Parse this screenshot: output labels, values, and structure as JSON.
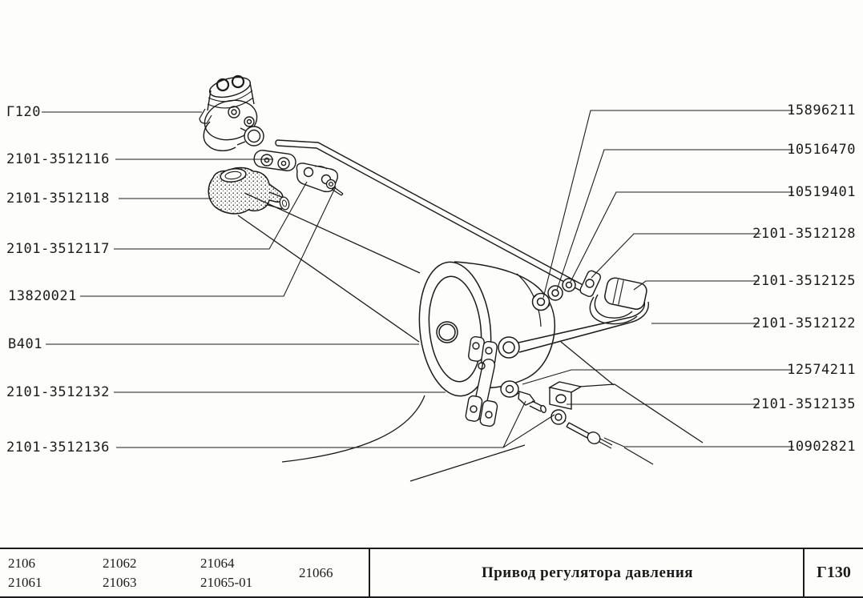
{
  "page": {
    "background": "#fdfdfb",
    "ink": "#1b1b1b"
  },
  "diagram": {
    "left_callouts": [
      {
        "label": "Г120"
      },
      {
        "label": "2101-3512116"
      },
      {
        "label": "2101-3512118"
      },
      {
        "label": "2101-3512117"
      },
      {
        "label": "13820021"
      },
      {
        "label": "В401"
      },
      {
        "label": "2101-3512132"
      },
      {
        "label": "2101-3512136"
      }
    ],
    "right_callouts": [
      {
        "label": "15896211"
      },
      {
        "label": "10516470"
      },
      {
        "label": "10519401"
      },
      {
        "label": "2101-3512128"
      },
      {
        "label": "2101-3512125"
      },
      {
        "label": "2101-3512122"
      },
      {
        "label": "12574211"
      },
      {
        "label": "2101-3512135"
      },
      {
        "label": "10902821"
      }
    ],
    "parts": [
      "pressure-regulator",
      "rubber-boot",
      "connector-block",
      "ear-bracket",
      "small-bolt",
      "torsion-rod",
      "axle-drum",
      "link-straps",
      "rod-eye",
      "nuts",
      "rod-bracket",
      "rubber-bushing",
      "washer-nut",
      "spacer-block",
      "lock-nut",
      "long-bolt"
    ]
  },
  "footer": {
    "model_columns": [
      {
        "rows": [
          "2106",
          "21061"
        ]
      },
      {
        "rows": [
          "21062",
          "21063"
        ]
      },
      {
        "rows": [
          "21064",
          "21065-01"
        ]
      },
      {
        "rows": [
          "21066"
        ]
      }
    ],
    "title": "Привод регулятора давления",
    "page_code": "Г130"
  }
}
